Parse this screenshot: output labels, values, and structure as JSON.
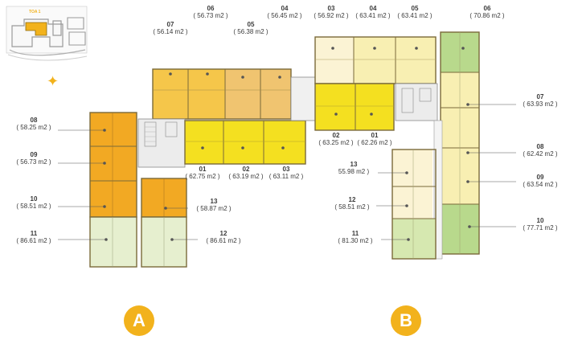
{
  "key_plan": {
    "label": "TOA 1",
    "compass_symbol": "✦"
  },
  "blocks": [
    {
      "id": "block-a",
      "label": "A"
    },
    {
      "id": "block-b",
      "label": "B"
    }
  ],
  "units": [
    {
      "key": "a07",
      "number": "07",
      "area": "( 56.14 m2 )"
    },
    {
      "key": "a06",
      "number": "06",
      "area": "( 56.73 m2 )"
    },
    {
      "key": "a05",
      "number": "05",
      "area": "( 56.38 m2 )"
    },
    {
      "key": "a04",
      "number": "04",
      "area": "( 56.45 m2 )"
    },
    {
      "key": "a08",
      "number": "08",
      "area": "( 58.25 m2 )"
    },
    {
      "key": "a09",
      "number": "09",
      "area": "( 56.73 m2 )"
    },
    {
      "key": "a10",
      "number": "10",
      "area": "( 58.51 m2 )"
    },
    {
      "key": "a11",
      "number": "11",
      "area": "( 86.61 m2 )"
    },
    {
      "key": "a01",
      "number": "01",
      "area": "( 62.75 m2 )"
    },
    {
      "key": "a02",
      "number": "02",
      "area": "( 63.19 m2 )"
    },
    {
      "key": "a03",
      "number": "03",
      "area": "( 63.11 m2 )"
    },
    {
      "key": "a13",
      "number": "13",
      "area": "( 58.87 m2 )"
    },
    {
      "key": "a12",
      "number": "12",
      "area": "( 86.61 m2 )"
    },
    {
      "key": "b03",
      "number": "03",
      "area": "( 56.92 m2 )"
    },
    {
      "key": "b04",
      "number": "04",
      "area": "( 63.41 m2 )"
    },
    {
      "key": "b05",
      "number": "05",
      "area": "( 63.41 m2 )"
    },
    {
      "key": "b06",
      "number": "06",
      "area": "( 70.86 m2 )"
    },
    {
      "key": "b02",
      "number": "02",
      "area": "( 63.25 m2 )"
    },
    {
      "key": "b01",
      "number": "01",
      "area": "( 62.26 m2 )"
    },
    {
      "key": "b07",
      "number": "07",
      "area": "( 63.93 m2 )"
    },
    {
      "key": "b08",
      "number": "08",
      "area": "( 62.42 m2 )"
    },
    {
      "key": "b09",
      "number": "09",
      "area": "( 63.54 m2 )"
    },
    {
      "key": "b10",
      "number": "10",
      "area": "( 77.71 m2 )"
    },
    {
      "key": "b13",
      "number": "13",
      "area": "55.98 m2 )"
    },
    {
      "key": "b12",
      "number": "12",
      "area": "( 58.51 m2 )"
    },
    {
      "key": "b11",
      "number": "11",
      "area": "( 81.30 m2 )"
    }
  ],
  "colors": {
    "orange": "#f2a923",
    "gold": "#f5c64a",
    "yellow": "#f4e020",
    "pale_yellow": "#f8efb2",
    "cream": "#fbf3d4",
    "pale_green": "#e6efcf",
    "green": "#b8d98c",
    "light_green": "#d6e8b0",
    "core_gray": "#e6e6e6",
    "wall": "#7a6a3a",
    "badge": "#f2b21c"
  }
}
